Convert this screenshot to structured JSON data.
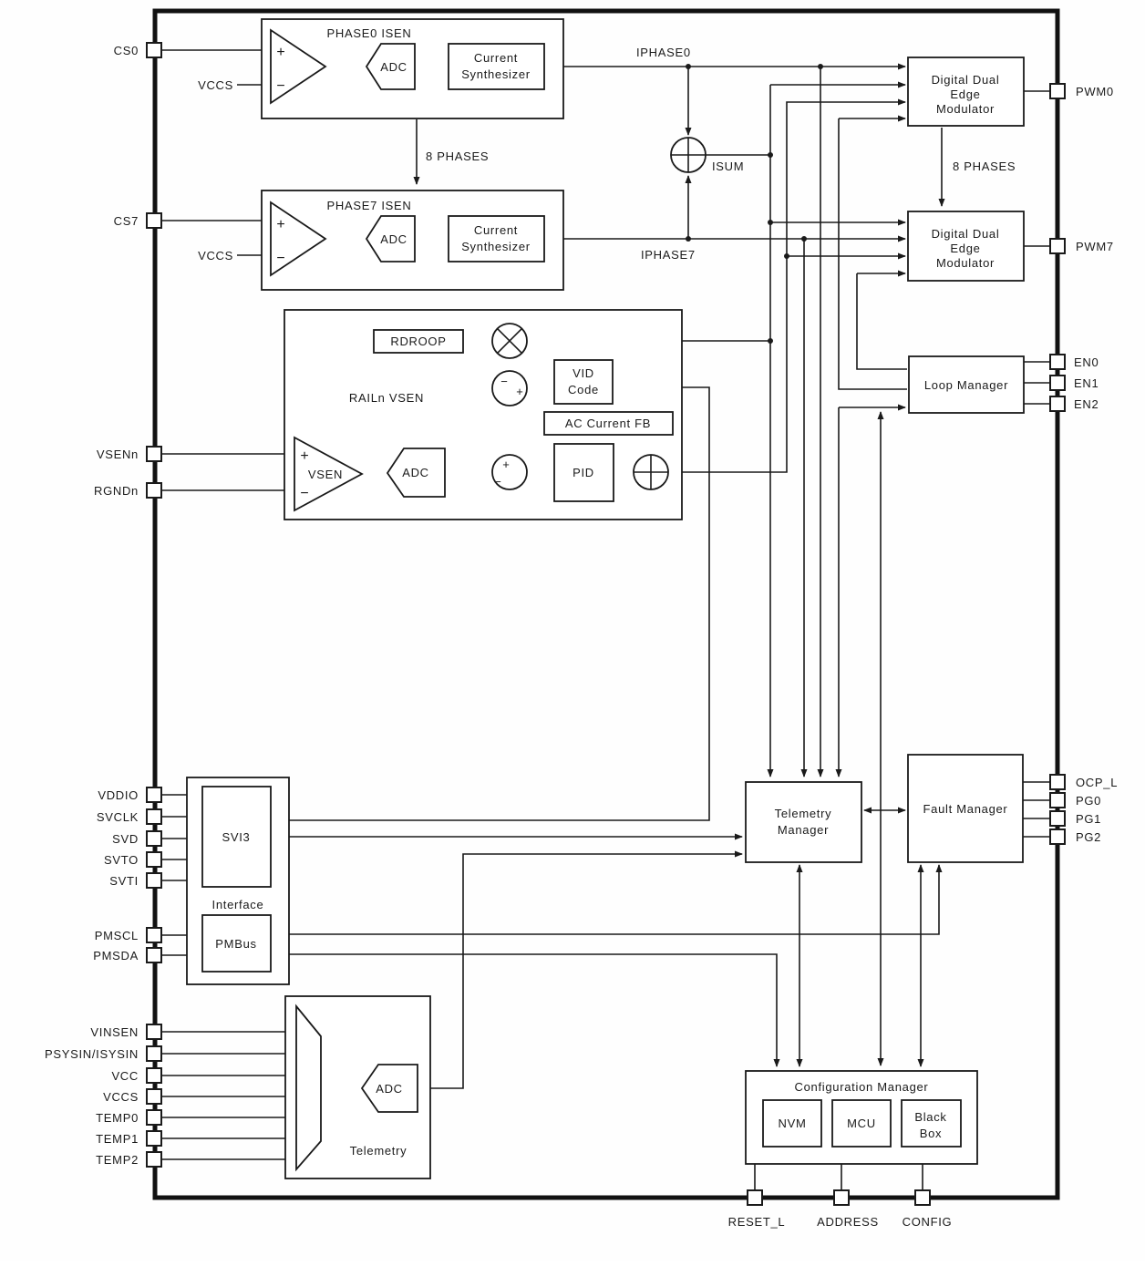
{
  "colors": {
    "line": "#1a1a1a",
    "background": "#ffffff",
    "box_fill": "#ffffff"
  },
  "signs": {
    "plus": "+",
    "minus": "−"
  },
  "labels": {
    "phase0_title": "PHASE0 ISEN",
    "phase7_title": "PHASE7 ISEN",
    "adc": "ADC",
    "current": "Current",
    "synthesizer": "Synthesizer",
    "modulator_line1": "Digital Dual",
    "modulator_line2": "Edge",
    "modulator_line3": "Modulator",
    "eight_phases": "8 PHASES",
    "iphase0": "IPHASE0",
    "iphase7": "IPHASE7",
    "isum": "ISUM",
    "vccs": "VCCS",
    "railn_vsen": "RAILn VSEN",
    "rdroop": "RDROOP",
    "vid_line1": "VID",
    "vid_line2": "Code",
    "ac_current_fb": "AC Current FB",
    "pid": "PID",
    "vsen": "VSEN",
    "loop_manager": "Loop Manager",
    "telemetry_manager_line1": "Telemetry",
    "telemetry_manager_line2": "Manager",
    "fault_manager": "Fault Manager",
    "svi3": "SVI3",
    "interface": "Interface",
    "pmbus": "PMBus",
    "telemetry": "Telemetry",
    "config_manager": "Configuration Manager",
    "nvm": "NVM",
    "mcu": "MCU",
    "blackbox_line1": "Black",
    "blackbox_line2": "Box"
  },
  "pins": {
    "left": [
      "CS0",
      "CS7",
      "VSENn",
      "RGNDn",
      "VDDIO",
      "SVCLK",
      "SVD",
      "SVTO",
      "SVTI",
      "PMSCL",
      "PMSDA",
      "VINSEN",
      "PSYSIN/ISYSIN",
      "VCC",
      "VCCS",
      "TEMP0",
      "TEMP1",
      "TEMP2"
    ],
    "right": [
      "PWM0",
      "PWM7",
      "EN0",
      "EN1",
      "EN2",
      "OCP_L",
      "PG0",
      "PG1",
      "PG2"
    ],
    "bottom": [
      "RESET_L",
      "ADDRESS",
      "CONFIG"
    ]
  }
}
